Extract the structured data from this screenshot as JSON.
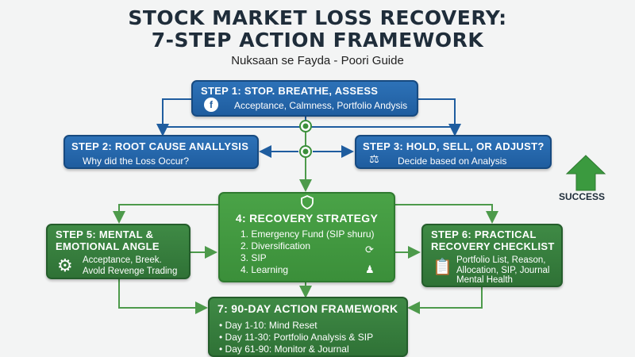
{
  "title_line1": "STOCK MARKET LOSS RECOVERY:",
  "title_line2": "7-STEP ACTION FRAMEWORK",
  "subtitle": "Nuksaan se Fayda - Poori Guide",
  "step1": {
    "title": "STEP 1: STOP. BREATHE, ASSESS",
    "sub": "Acceptance, Calmness, Portfolio Andysis",
    "icon": "f"
  },
  "step2": {
    "title": "STEP 2: ROOT CAUSE ANALLYSIS",
    "sub": "Why did the Loss Occur?"
  },
  "step3": {
    "title": "STEP 3: HOLD, SELL, OR ADJUST?",
    "sub": "Decide based on Analysis"
  },
  "success": {
    "label": "SUCCESS"
  },
  "step4": {
    "title": "4: RECOVERY STRATEGY",
    "items": [
      "1. Emergency Fund (SIP shuru)",
      "2. Diversification",
      "3. SIP",
      "4. Learning"
    ]
  },
  "step5": {
    "title_line1": "STEP 5: MENTAL &",
    "title_line2": "EMOTIONAL ANGLE",
    "sub_line1": "Acceptance, Breek.",
    "sub_line2": "Avold Revenge Trading"
  },
  "step6": {
    "title_line1": "STEP 6: PRACTICAL",
    "title_line2": "RECOVERY CHECKLIST",
    "lines": [
      "Portfolio List, Reason,",
      "Allocation, SIP, Journal",
      "Mental Health"
    ]
  },
  "step7": {
    "title": "7: 90-DAY ACTION FRAMEWORK",
    "items": [
      "Day 1-10: Mind Reset",
      "Day 11-30: Portfolio Analysis & SIP",
      "Day 61-90: Monitor & Journal"
    ]
  },
  "colors": {
    "blue": "#1f5d9f",
    "green": "#3b8f3a",
    "dark_green": "#2f7236",
    "connector": "#4d9a4b",
    "blue_line": "#1f5d9f"
  }
}
